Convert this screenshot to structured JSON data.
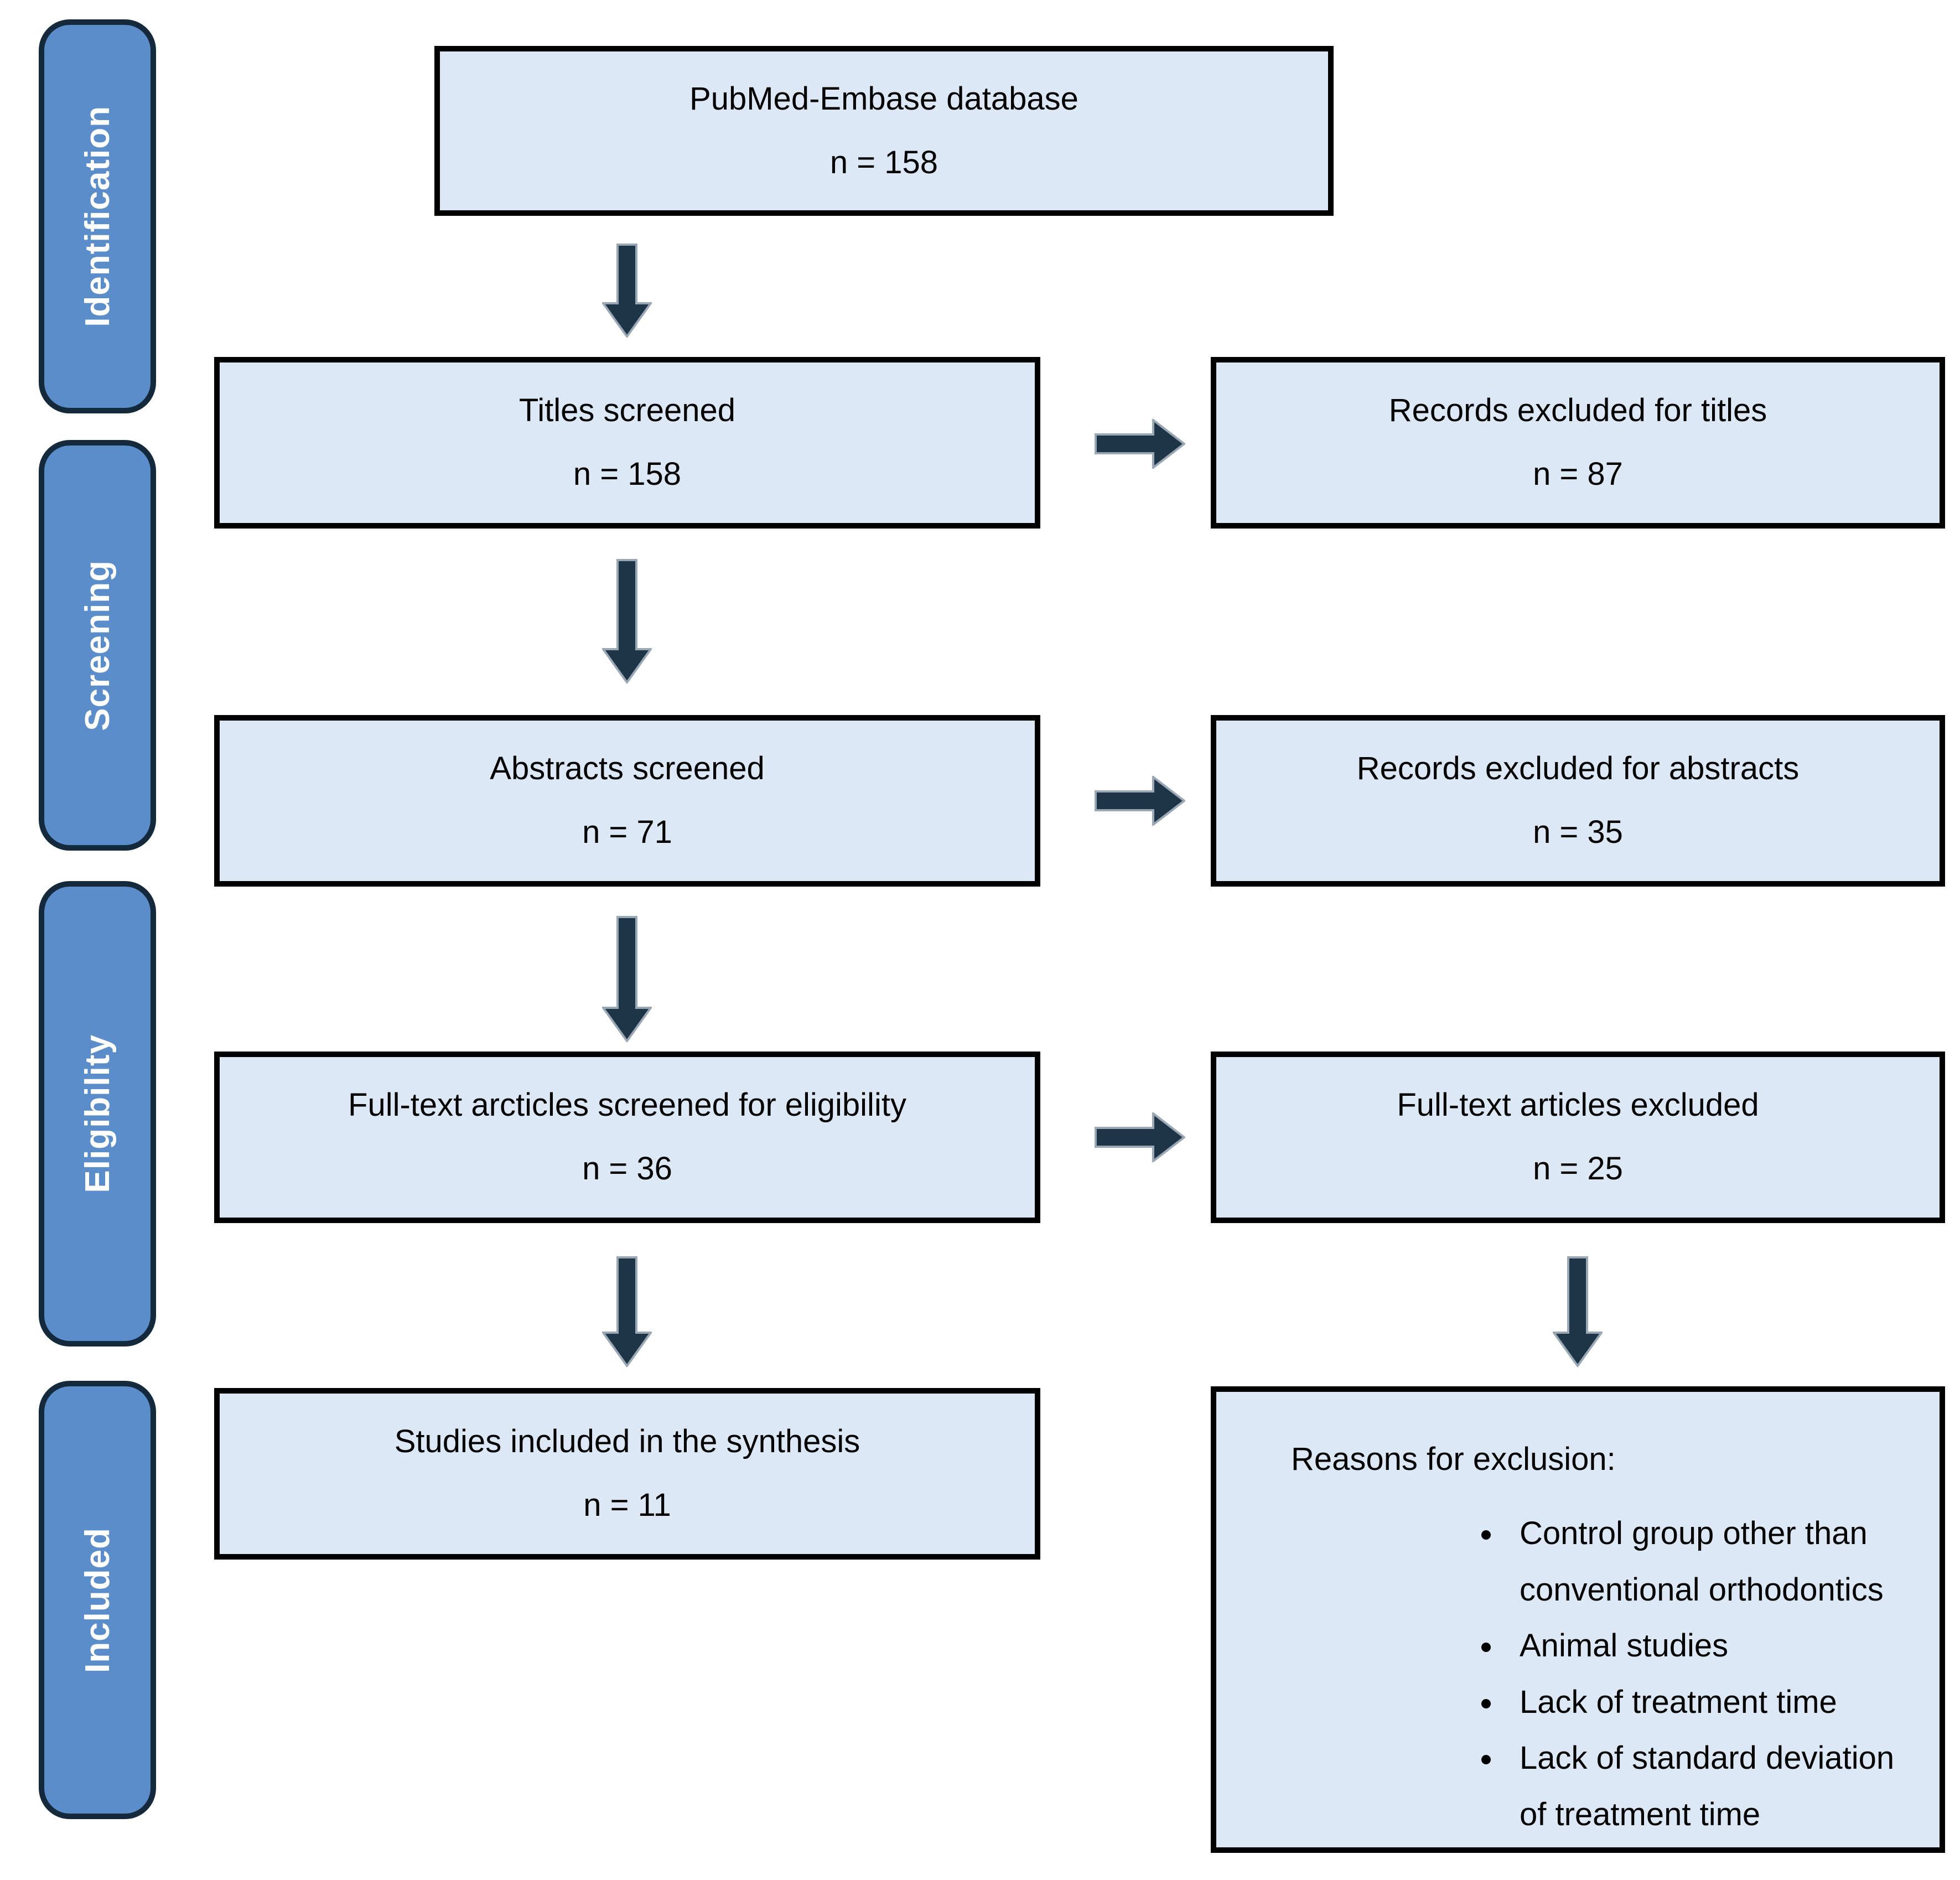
{
  "sidebar": {
    "stages": [
      {
        "label": "Identification"
      },
      {
        "label": "Screening"
      },
      {
        "label": "Eligibility"
      },
      {
        "label": "Included"
      }
    ]
  },
  "flow": {
    "source": {
      "label": "PubMed-Embase database",
      "count": "n = 158"
    },
    "titles": {
      "label": "Titles screened",
      "count": "n = 158"
    },
    "titles_excluded": {
      "label": "Records excluded for titles",
      "count": "n = 87"
    },
    "abstracts": {
      "label": "Abstracts screened",
      "count": "n = 71"
    },
    "abstracts_excluded": {
      "label": "Records excluded for abstracts",
      "count": "n = 35"
    },
    "fulltext": {
      "label": "Full-text arcticles screened for eligibility",
      "count": "n = 36"
    },
    "fulltext_excluded": {
      "label": "Full-text articles excluded",
      "count": "n = 25"
    },
    "included": {
      "label": "Studies included in the synthesis",
      "count": "n = 11"
    },
    "reasons": {
      "title": "Reasons for exclusion:",
      "items": [
        "Control group other than conventional orthodontics",
        "Animal studies",
        "Lack of treatment time",
        "Lack of standard deviation of treatment time"
      ]
    }
  },
  "colors": {
    "stage_fill": "#5b8dca",
    "stage_border": "#15293d",
    "box_fill": "#dce8f5",
    "box_border": "#010101",
    "arrow_fill": "#1e3447",
    "arrow_outline": "#9aa7b5"
  }
}
